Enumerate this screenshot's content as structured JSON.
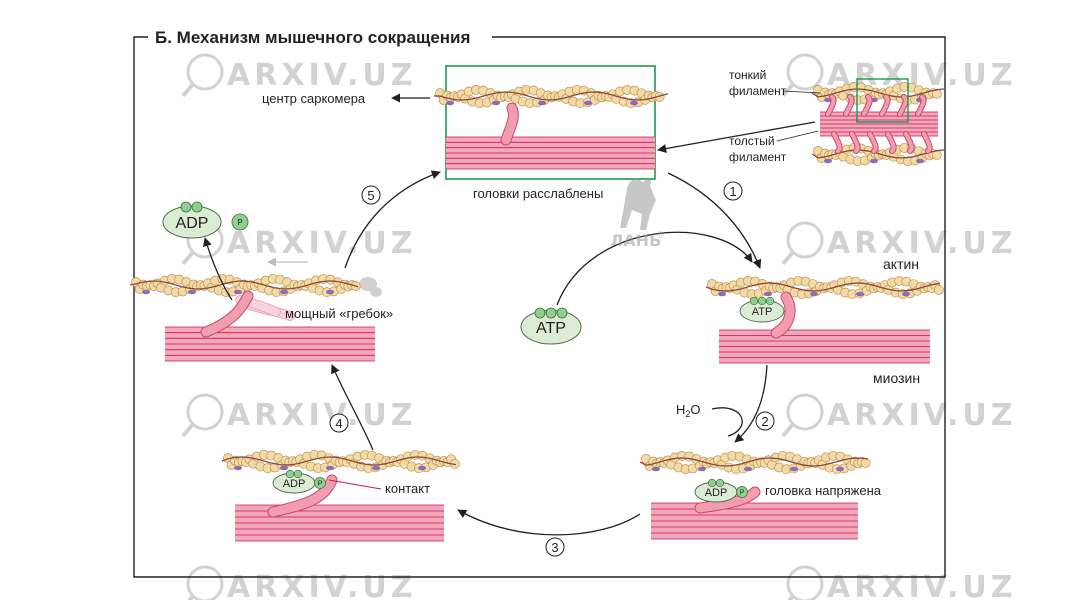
{
  "title": "Б. Механизм мышечного сокращения",
  "labels": {
    "sarcomere_center": "центр саркомера",
    "thin_filament_1": "тонкий",
    "thin_filament_2": "филамент",
    "thick_filament_1": "толстый",
    "thick_filament_2": "филамент",
    "heads_relaxed": "головки расслаблены",
    "actin": "актин",
    "myosin": "миозин",
    "power_stroke": "мощный «гребок»",
    "contact": "контакт",
    "head_tensed": "головка напряжена",
    "water_h": "H",
    "water_sub": "2",
    "water_o": "O"
  },
  "molecules": {
    "atp_center": "ATP",
    "atp_small": "ATP",
    "adp_large": "ADP",
    "adp_step3": "ADP",
    "adp_step2": "ADP",
    "phosphate": "P"
  },
  "steps": [
    "1",
    "2",
    "3",
    "4",
    "5"
  ],
  "watermark": {
    "text": "ARXIV.UZ",
    "publisher": "ЛАНЬ",
    "registered": "®"
  },
  "colors": {
    "actin_bead": "#f3d9a4",
    "actin_outline": "#b08a4e",
    "tropomyosin": "#8a4a3a",
    "troponin": "#8f6bb5",
    "myosin_band": "#f4a7b9",
    "myosin_line": "#c2185b",
    "myosin_head": "#f29cb0",
    "nucleotide_fill": "#dcebd4",
    "phosphate_fill": "#8fcf8f",
    "highlight_box": "#1a9a4a",
    "watermark": "#d2d2d2"
  }
}
